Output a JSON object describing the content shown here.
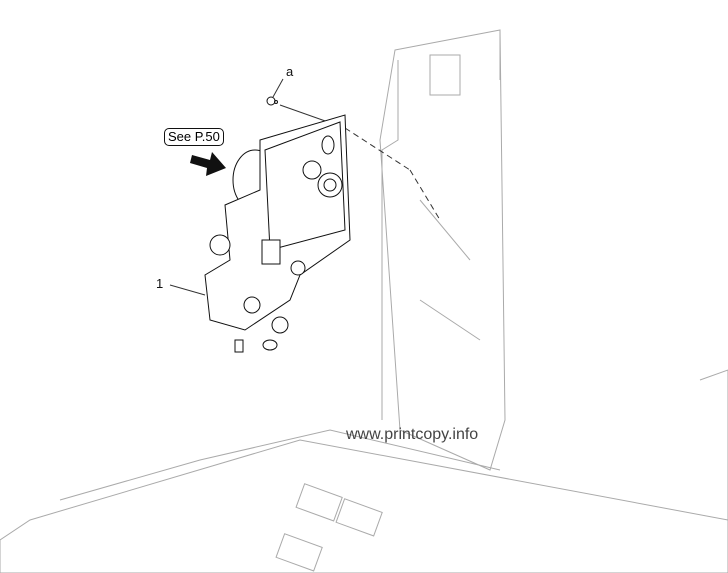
{
  "labels": {
    "callout_a": "a",
    "callout_1": "1"
  },
  "reference": {
    "see_page": "See P.50"
  },
  "watermark": "www.printcopy.info"
}
